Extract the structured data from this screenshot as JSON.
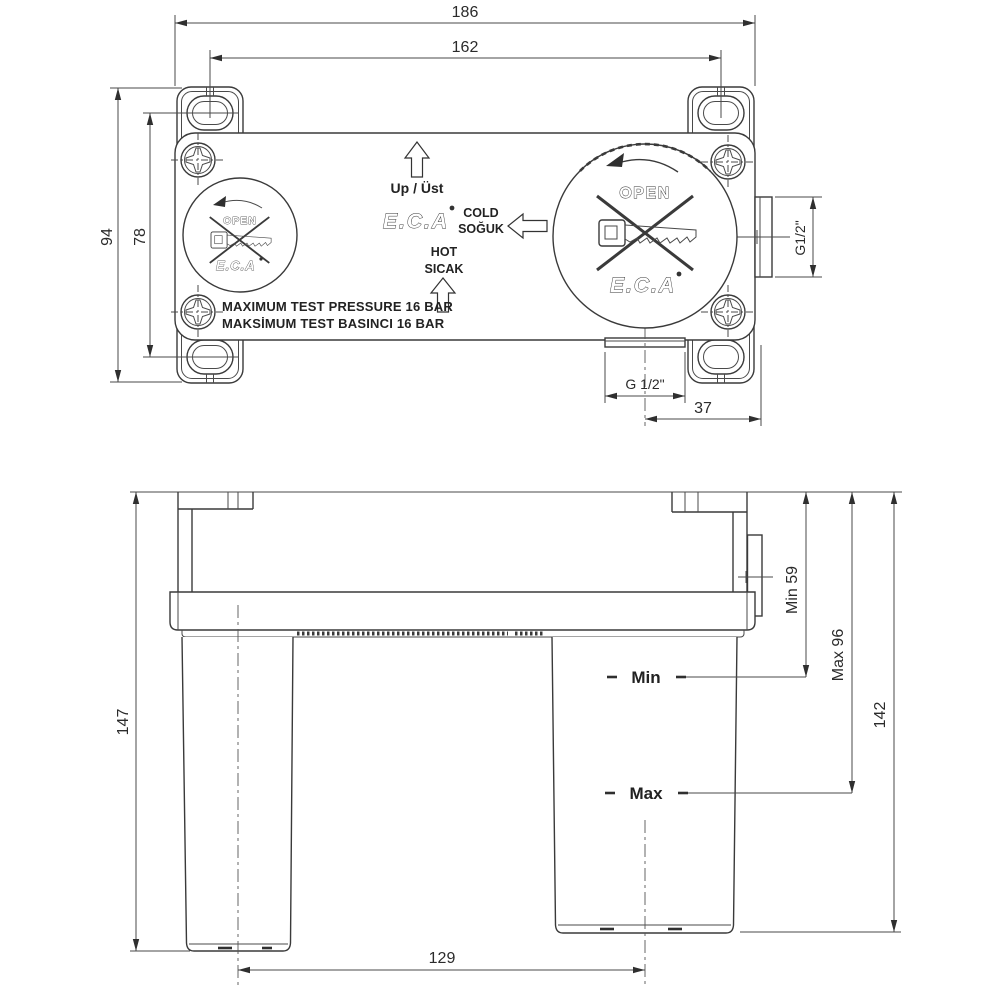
{
  "top_view": {
    "dim_overall_width": "186",
    "dim_slot_spacing": "162",
    "dim_overall_height": "94",
    "dim_slot_height_spacing": "78",
    "side_port_thread": "G1/2\"",
    "bottom_port_thread": "G 1/2\"",
    "dim_port_offset": "37",
    "labels": {
      "up": "Up / Üst",
      "brand": "E.C.A",
      "cold_en": "COLD",
      "cold_tr": "SOĞUK",
      "hot_en": "HOT",
      "hot_tr": "SICAK",
      "open": "OPEN",
      "pressure_en": "MAXIMUM TEST PRESSURE 16 BAR",
      "pressure_tr": "MAKSİMUM TEST BASINCI 16 BAR"
    }
  },
  "side_view": {
    "dim_total_height": "147",
    "dim_min_depth": "Min 59",
    "dim_max_depth": "Max 96",
    "dim_body_height": "142",
    "dim_leg_spacing": "129",
    "label_min": "Min",
    "label_max": "Max"
  },
  "colors": {
    "line": "#3a3a3a",
    "text": "#2b2b2b",
    "background": "#ffffff"
  }
}
